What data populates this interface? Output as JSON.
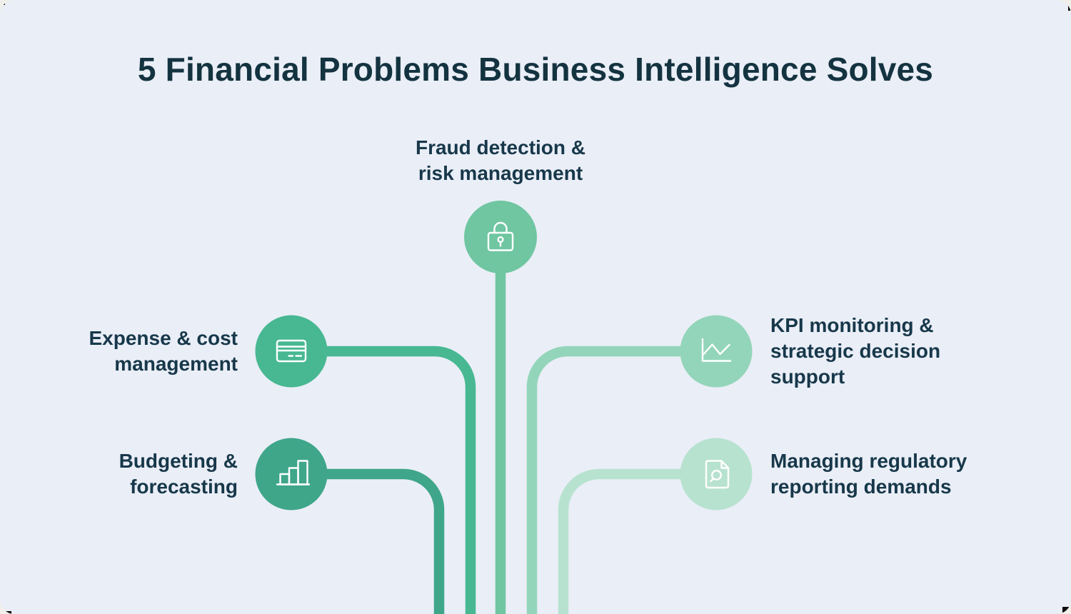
{
  "title": "5 Financial Problems Business Intelligence Solves",
  "theme": {
    "background": "#EAEEF7",
    "frame": "#F0EFE9",
    "corner_color": "#0A0A0A",
    "title_color": "#143340",
    "label_color": "#17384A",
    "icon_stroke": "#FFFFFF"
  },
  "nodes": [
    {
      "id": "fraud",
      "label": "Fraud detection &\nrisk management",
      "icon": "lock-icon",
      "color": "#6FC6A1"
    },
    {
      "id": "expense",
      "label": "Expense & cost\nmanagement",
      "icon": "credit-card-icon",
      "color": "#47B892"
    },
    {
      "id": "budgeting",
      "label": "Budgeting &\nforecasting",
      "icon": "bar-chart-icon",
      "color": "#3FA68A"
    },
    {
      "id": "kpi",
      "label": "KPI monitoring &\nstrategic decision\nsupport",
      "icon": "line-chart-icon",
      "color": "#93D5BA"
    },
    {
      "id": "managing",
      "label": "Managing regulatory\nreporting demands",
      "icon": "document-search-icon",
      "color": "#B7E2CF"
    }
  ]
}
